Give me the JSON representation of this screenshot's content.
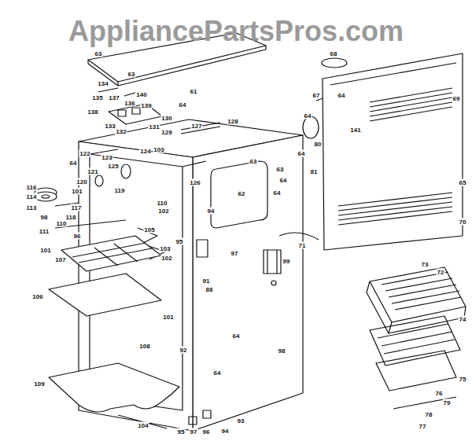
{
  "diagram": {
    "labels": [
      "AppliancePartsPros.com",
      "63",
      "63",
      "61",
      "64",
      "68",
      "69",
      "67",
      "64",
      "64",
      "134",
      "135",
      "137",
      "140",
      "136",
      "139",
      "138",
      "130",
      "133",
      "131",
      "132",
      "129",
      "127",
      "128",
      "64",
      "141",
      "80",
      "81",
      "122",
      "64",
      "123",
      "124",
      "103",
      "125",
      "121",
      "120",
      "119",
      "101",
      "116",
      "114",
      "113",
      "98",
      "117",
      "118",
      "110",
      "111",
      "96",
      "126",
      "110",
      "102",
      "94",
      "63",
      "62",
      "63",
      "64",
      "64",
      "105",
      "95",
      "103",
      "102",
      "107",
      "101",
      "97",
      "99",
      "71",
      "65",
      "70",
      "91",
      "88",
      "106",
      "101",
      "73",
      "72",
      "74",
      "108",
      "92",
      "64",
      "98",
      "64",
      "75",
      "76",
      "79",
      "78",
      "77",
      "109",
      "104",
      "95",
      "97",
      "96",
      "94",
      "93"
    ]
  }
}
